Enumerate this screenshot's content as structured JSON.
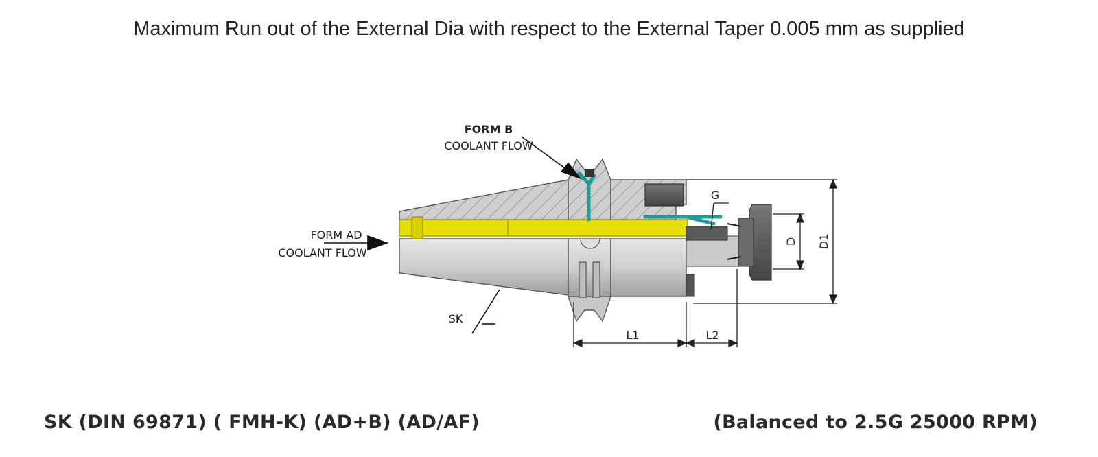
{
  "header": {
    "note": "Maximum Run out of the External Dia with respect to the External Taper 0.005 mm as supplied"
  },
  "diagram": {
    "labels": {
      "form_b_line1": "FORM B",
      "form_b_line2": "COOLANT FLOW",
      "form_ad_line1": "FORM AD",
      "form_ad_line2": "COOLANT FLOW",
      "sk": "SK",
      "g": "G",
      "d": "D",
      "d1": "D1",
      "l1": "L1",
      "l2": "L2"
    },
    "colors": {
      "body_hatch": "#9a9a9a",
      "body_fill": "#d6d6d6",
      "coolant_channel": "#e8e000",
      "coolant_pipe": "#2aa8a8",
      "dark_part": "#5a5a5a"
    }
  },
  "footer": {
    "left": "SK (DIN 69871) ( FMH-K) (AD+B) (AD/AF)",
    "right": "(Balanced to 2.5G 25000 RPM)"
  }
}
